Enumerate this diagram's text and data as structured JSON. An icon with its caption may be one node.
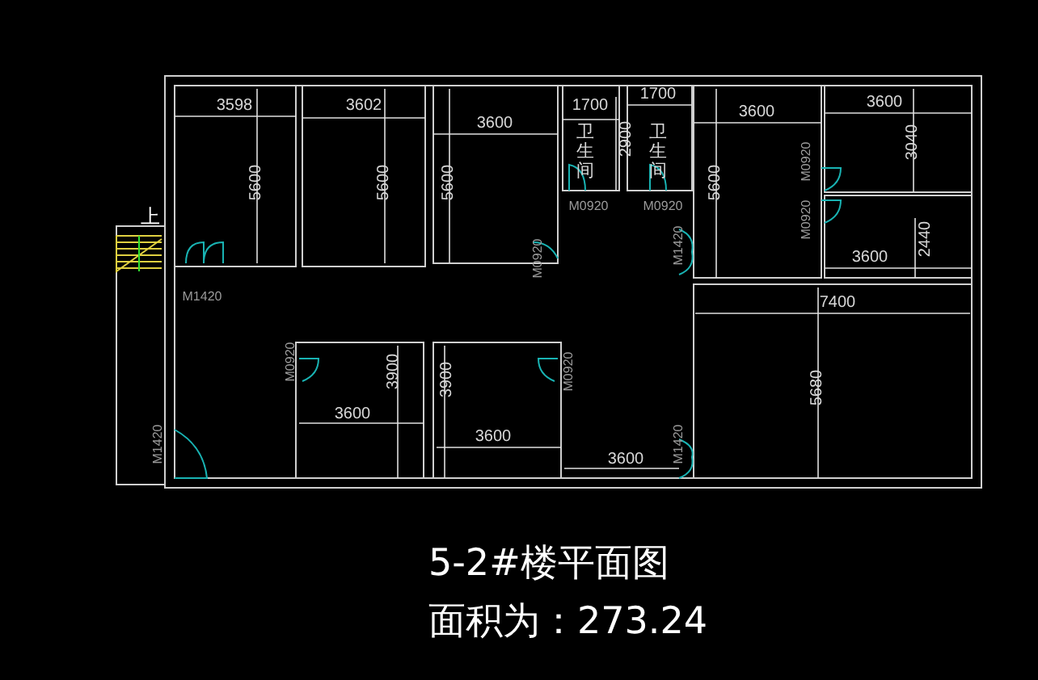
{
  "diagram": {
    "title": "5-2#楼平面图",
    "caption": "面积为：273.24",
    "labels": [
      "3598",
      "3602",
      "3600",
      "1700",
      "1700",
      "3600",
      "3600",
      "卫生间",
      "2900",
      "卫生间",
      "3040",
      "5600",
      "5600",
      "5600",
      "5600",
      "上",
      "M0920",
      "M0920",
      "M0920",
      "M0920",
      "2440",
      "M0920",
      "M1420",
      "3600",
      "M1420",
      "7400",
      "M0920",
      "3900",
      "3900",
      "M0920",
      "5680",
      "3600",
      "3600",
      "M1420",
      "M1420",
      "3600"
    ]
  }
}
